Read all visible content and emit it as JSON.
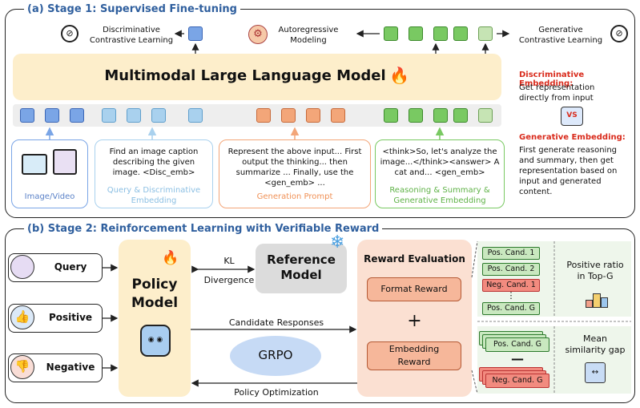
{
  "stage1": {
    "title": "(a) Stage 1: Supervised Fine-tuning",
    "disc_cl": "Discriminative\nContrastive Learning",
    "autoreg": "Autoregressive\nModeling",
    "gen_cl": "Generative\nContrastive Learning",
    "mllm": "Multimodal Large Language Model",
    "inputs": {
      "image_video": "Image/Video",
      "query_text": "Find an image caption describing the given image. <Disc_emb>",
      "query_label": "Query & Discriminative Embedding",
      "gen_text": "Represent the above input... First output the thinking... then summarize ... Finally, use the <gen_emb> ...",
      "gen_label": "Generation Prompt",
      "reason_text": "<think>So, let's analyze the image...</think><answer> A cat and... <gen_emb>",
      "reason_label": "Reasoning & Summary & Generative Embedding"
    },
    "disc_emb_title": "Discriminative Embedding:",
    "disc_emb_text": "Get representation directly from input",
    "gen_emb_title": "Generative Embedding:",
    "gen_emb_text": "First generate reasoning and summary, then get representation based on input and generated content.",
    "colors": {
      "accent_red": "#d92b1c",
      "title_blue": "#2f5f9e",
      "mllm_bg": "#fdeecb"
    }
  },
  "stage2": {
    "title": "(b) Stage 2: Reinforcement Learning with Verifiable Reward",
    "query": "Query",
    "positive": "Positive",
    "negative": "Negative",
    "policy_model": "Policy\nModel",
    "kl": "KL",
    "divergence": "Divergence",
    "reference_model": "Reference\nModel",
    "candidate_responses": "Candidate Responses",
    "grpo": "GRPO",
    "policy_optimization": "Policy Optimization",
    "reward_evaluation": "Reward Evaluation",
    "format_reward": "Format Reward",
    "plus": "+",
    "embedding_reward": "Embedding\nReward",
    "cand": {
      "pos1": "Pos. Cand. 1",
      "pos2": "Pos. Cand. 2",
      "neg1": "Neg. Cand. 1",
      "dots": "⋮",
      "posG": "Pos. Cand. G",
      "pos_stack": "Pos. Cand. G",
      "minus": "—",
      "neg_stack": "Neg. Cand. G"
    },
    "positive_ratio": "Positive ratio\nin Top-G",
    "mean_gap": "Mean\nsimilarity gap"
  }
}
